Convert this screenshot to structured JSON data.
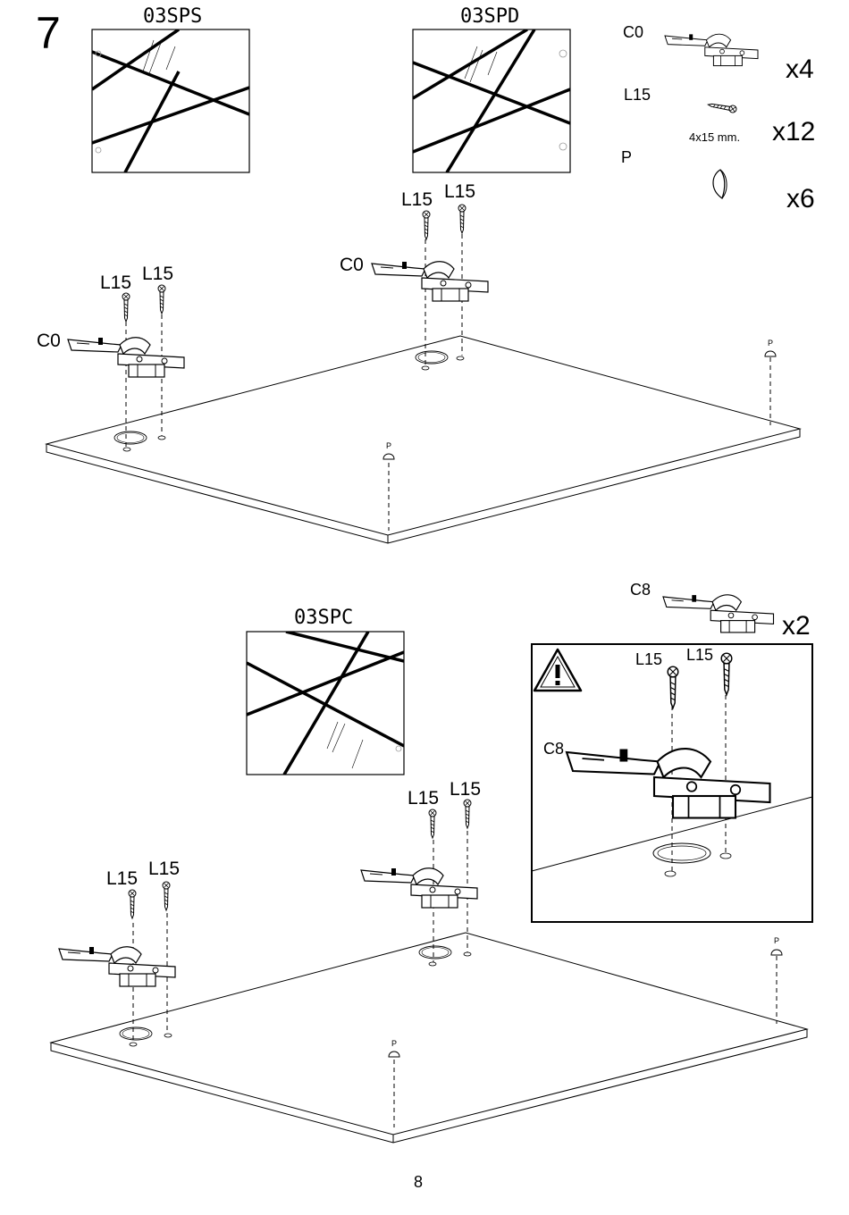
{
  "step_number": "7",
  "panels": {
    "left_door": "03SPS",
    "right_door": "03SPD",
    "center_door": "03SPC"
  },
  "parts": [
    {
      "code": "C0",
      "qty": "x4",
      "desc": ""
    },
    {
      "code": "L15",
      "qty": "x12",
      "desc": "4x15 mm."
    },
    {
      "code": "P",
      "qty": "x6",
      "desc": ""
    }
  ],
  "extra_part": {
    "code": "C8",
    "qty": "x2"
  },
  "labels": {
    "hinge_c0": "C0",
    "hinge_c8": "C8",
    "screw": "L15",
    "bumper": "P"
  },
  "warning_icon": "warning-triangle-icon",
  "page_number": "8"
}
